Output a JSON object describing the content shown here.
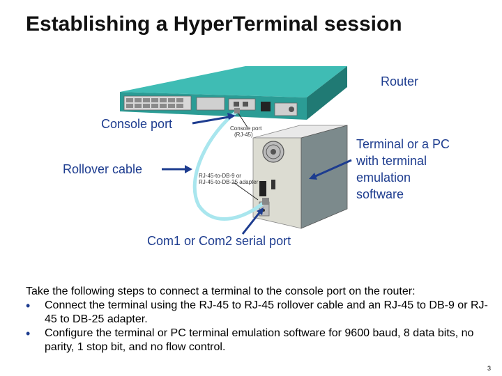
{
  "title": "Establishing a HyperTerminal session",
  "labels": {
    "router": "Router",
    "console_port": "Console port",
    "rollover_cable": "Rollover cable",
    "terminal": "Terminal or a PC with terminal emulation software",
    "com_port": "Com1 or Com2 serial port"
  },
  "small_labels": {
    "console_port_line1": "Console port",
    "console_port_line2": "(RJ-45)",
    "adapter_line1": "RJ-45-to-DB-9 or",
    "adapter_line2": "RJ-45-to-DB-25 adapter"
  },
  "body": {
    "intro": "Take the following steps to connect a terminal to the console port on the router:",
    "bullets": [
      "Connect the terminal using the RJ-45 to RJ-45 rollover cable and an RJ-45 to DB-9 or RJ-45 to DB-25 adapter.",
      "Configure the terminal or PC terminal emulation software for 9600 baud, 8 data bits, no parity, 1 stop bit, and no flow control."
    ]
  },
  "page_number": "3",
  "colors": {
    "label_blue": "#1d3c8f",
    "router_teal": "#2fa7a0",
    "cable": "#a9e6ee"
  }
}
